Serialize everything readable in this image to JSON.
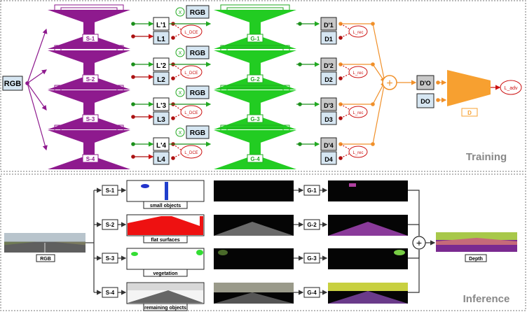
{
  "training": {
    "panel_label": "Training",
    "input_label": "RGB",
    "segmenters": [
      "S-1",
      "S-2",
      "S-3",
      "S-4"
    ],
    "generators": [
      "G-1",
      "G-2",
      "G-3",
      "G-4"
    ],
    "predicted_masks": [
      "L'1",
      "L'2",
      "L'3",
      "L'4"
    ],
    "gt_masks": [
      "L1",
      "L2",
      "L3",
      "L4"
    ],
    "concat_op": "X",
    "rgb_inputs": [
      "RGB",
      "RGB",
      "RGB",
      "RGB"
    ],
    "predicted_depths": [
      "D'1",
      "D'2",
      "D'3",
      "D'4"
    ],
    "gt_depths": [
      "D1",
      "D2",
      "D3",
      "D4"
    ],
    "loss_dce": "L_DCE",
    "loss_rec": "L_rec",
    "fusion_op": "+",
    "fused_depth": "D'O",
    "gt_fused_depth": "DO",
    "discriminator": "D",
    "loss_adv": "L_adv"
  },
  "inference": {
    "panel_label": "Inference",
    "input_label": "RGB",
    "segmenters": [
      "S-1",
      "S-2",
      "S-3",
      "S-4"
    ],
    "generators": [
      "G-1",
      "G-2",
      "G-3",
      "G-4"
    ],
    "mask_captions": [
      "small objects",
      "flat surfaces",
      "vegetation",
      "remaining objects"
    ],
    "fusion_op": "+",
    "output_label": "Depth"
  },
  "colors": {
    "segmenter": "#8e1a8e",
    "generator": "#22cc22",
    "discriminator": "#f7a030",
    "loss": "#cc1111",
    "box_fill": "#d6e6f2",
    "gray_box": "#c8c8c8"
  }
}
